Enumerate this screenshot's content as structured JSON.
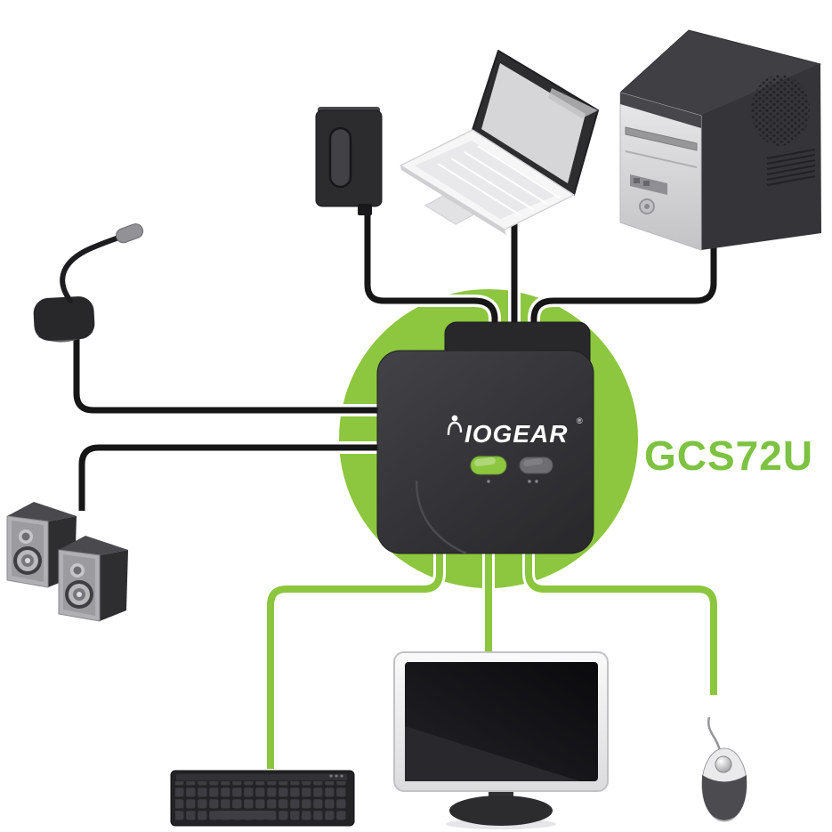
{
  "diagram": {
    "brand": "IOGEAR",
    "registered_mark": "®",
    "model": "GCS72U"
  },
  "colors": {
    "background": "#ffffff",
    "accent_green": "#8dc63f",
    "cable_green": "#8cc63e",
    "model_green": "#7dc242",
    "cable_black": "#161616",
    "switch_body_dark": "#39393d",
    "port1_button_green": "#8dc63f",
    "port2_button_gray": "#6d6d72"
  },
  "switch_front_panel": {
    "port1_button_state": "selected-green",
    "port2_button_state": "off-gray"
  },
  "devices": [
    "power-adapter",
    "laptop",
    "desktop-pc",
    "microphone",
    "speakers",
    "kvm-switch",
    "monitor",
    "keyboard",
    "mouse"
  ]
}
